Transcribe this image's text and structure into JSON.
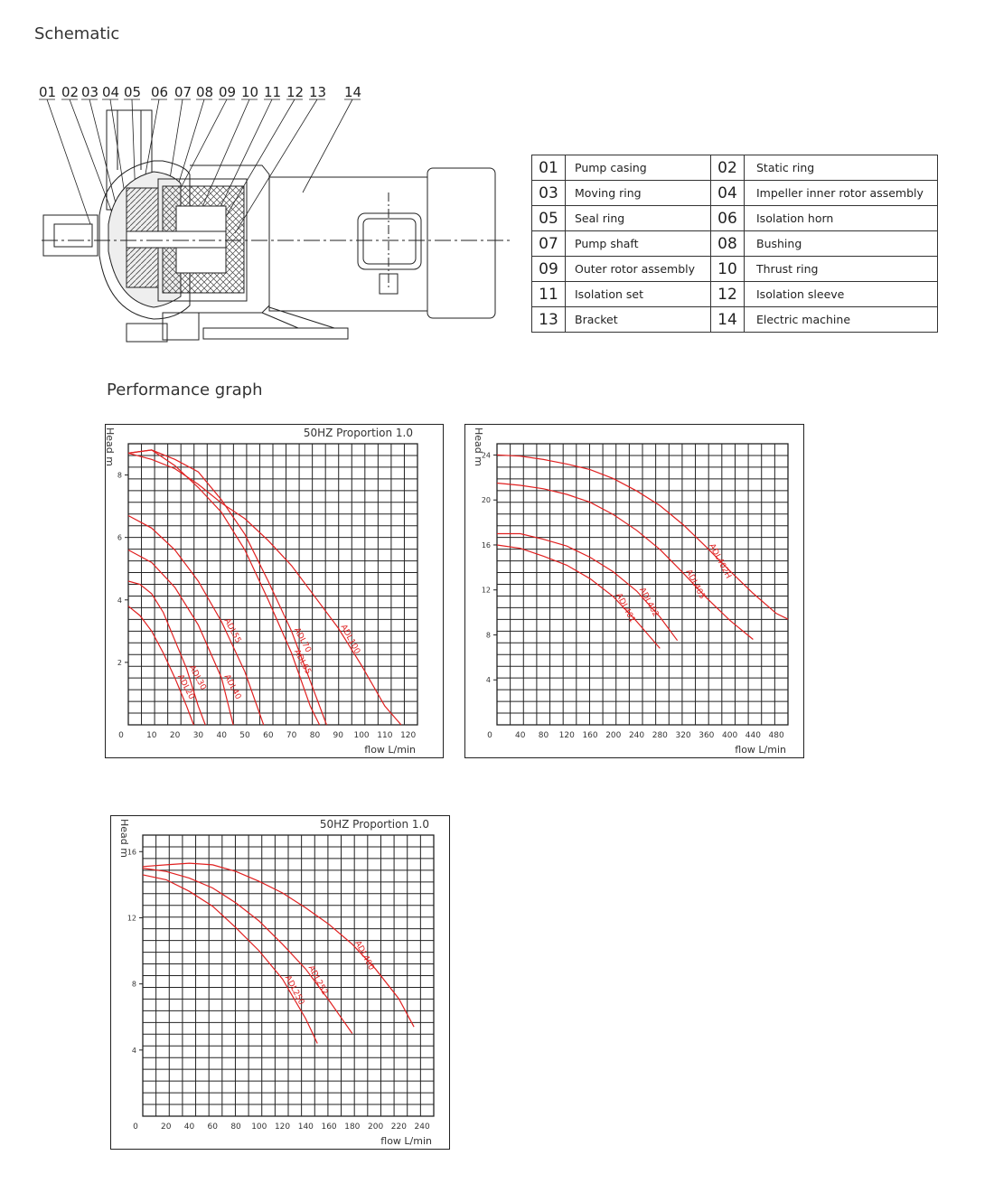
{
  "sections": {
    "schematic_title": "Schematic",
    "performance_title": "Performance graph"
  },
  "callouts": [
    "01",
    "02",
    "03",
    "04",
    "05",
    "06",
    "07",
    "08",
    "09",
    "10",
    "11",
    "12",
    "13",
    "14"
  ],
  "parts": [
    {
      "no": "01",
      "name": "Pump casing"
    },
    {
      "no": "02",
      "name": "Static ring"
    },
    {
      "no": "03",
      "name": "Moving ring"
    },
    {
      "no": "04",
      "name": "Impeller inner rotor assembly"
    },
    {
      "no": "05",
      "name": "Seal ring"
    },
    {
      "no": "06",
      "name": "Isolation horn"
    },
    {
      "no": "07",
      "name": "Pump shaft"
    },
    {
      "no": "08",
      "name": "Bushing"
    },
    {
      "no": "09",
      "name": "Outer rotor assembly"
    },
    {
      "no": "10",
      "name": "Thrust ring"
    },
    {
      "no": "11",
      "name": "Isolation set"
    },
    {
      "no": "12",
      "name": "Isolation sleeve"
    },
    {
      "no": "13",
      "name": "Bracket"
    },
    {
      "no": "14",
      "name": "Electric machine"
    }
  ],
  "curve_color": "#e02020",
  "chart_data": [
    {
      "type": "line",
      "header": "50HZ  Proportion 1.0",
      "ylabel": "Head m",
      "xlabel": "flow L/min",
      "xlim": [
        0,
        124
      ],
      "ylim": [
        0,
        9
      ],
      "xticks": [
        0,
        10,
        20,
        30,
        40,
        50,
        60,
        70,
        80,
        90,
        100,
        110,
        120
      ],
      "yticks": [
        2,
        4,
        6,
        8
      ],
      "grid": true,
      "series": [
        {
          "name": "ADL20",
          "x": [
            0,
            5,
            10,
            15,
            20,
            25,
            28
          ],
          "y": [
            3.8,
            3.5,
            3.0,
            2.3,
            1.5,
            0.6,
            0
          ]
        },
        {
          "name": "ADL30",
          "x": [
            0,
            5,
            10,
            15,
            20,
            25,
            30,
            33
          ],
          "y": [
            4.6,
            4.5,
            4.2,
            3.6,
            2.7,
            1.8,
            0.6,
            0
          ]
        },
        {
          "name": "ADL40",
          "x": [
            0,
            10,
            20,
            30,
            40,
            45
          ],
          "y": [
            5.6,
            5.2,
            4.4,
            3.2,
            1.5,
            0
          ]
        },
        {
          "name": "ADL55",
          "x": [
            0,
            10,
            20,
            30,
            40,
            50,
            58
          ],
          "y": [
            6.7,
            6.3,
            5.6,
            4.6,
            3.3,
            1.7,
            0
          ]
        },
        {
          "name": "ADL70",
          "x": [
            0,
            10,
            20,
            30,
            40,
            50,
            60,
            70,
            80,
            85
          ],
          "y": [
            8.7,
            8.8,
            8.5,
            8.1,
            7.2,
            6.1,
            4.6,
            3.0,
            1.0,
            0
          ]
        },
        {
          "name": "ADL65",
          "x": [
            0,
            10,
            20,
            30,
            40,
            50,
            60,
            70,
            78,
            82
          ],
          "y": [
            8.7,
            8.8,
            8.3,
            7.6,
            6.8,
            5.6,
            4.0,
            2.3,
            0.6,
            0
          ]
        },
        {
          "name": "ADL100",
          "x": [
            0,
            10,
            20,
            30,
            40,
            50,
            60,
            70,
            80,
            90,
            100,
            110,
            117
          ],
          "y": [
            8.7,
            8.5,
            8.2,
            7.7,
            7.1,
            6.6,
            5.9,
            5.1,
            4.1,
            3.1,
            1.9,
            0.6,
            0
          ]
        }
      ]
    },
    {
      "type": "line",
      "header": "",
      "ylabel": "Head m",
      "xlabel": "flow L/min",
      "xlim": [
        0,
        500
      ],
      "ylim": [
        0,
        25
      ],
      "xticks": [
        0,
        40,
        80,
        120,
        160,
        200,
        240,
        280,
        320,
        360,
        400,
        440,
        480
      ],
      "yticks": [
        4,
        8,
        12,
        16,
        20,
        24
      ],
      "grid": true,
      "series": [
        {
          "name": "ADL401",
          "x": [
            0,
            40,
            80,
            120,
            160,
            200,
            240,
            280
          ],
          "y": [
            16,
            15.7,
            15,
            14.2,
            13,
            11.4,
            9.2,
            6.8
          ]
        },
        {
          "name": "ADL402",
          "x": [
            0,
            40,
            80,
            120,
            160,
            200,
            240,
            280,
            310
          ],
          "y": [
            17,
            17,
            16.5,
            15.9,
            14.9,
            13.6,
            11.9,
            9.6,
            7.5
          ]
        },
        {
          "name": "ADL403",
          "x": [
            0,
            40,
            80,
            120,
            160,
            200,
            240,
            280,
            320,
            360,
            400,
            440
          ],
          "y": [
            21.5,
            21.3,
            21,
            20.5,
            19.8,
            18.7,
            17.3,
            15.6,
            13.5,
            11.3,
            9.3,
            7.6
          ]
        },
        {
          "name": "ADL402H",
          "x": [
            0,
            40,
            80,
            120,
            160,
            200,
            240,
            280,
            320,
            360,
            400,
            440,
            480,
            500
          ],
          "y": [
            24,
            23.9,
            23.6,
            23.2,
            22.7,
            21.9,
            20.8,
            19.5,
            17.8,
            15.8,
            13.7,
            11.7,
            9.9,
            9.4
          ]
        }
      ]
    },
    {
      "type": "line",
      "header": "50HZ  Proportion 1.0",
      "ylabel": "Head m",
      "xlabel": "flow L/min",
      "xlim": [
        0,
        250
      ],
      "ylim": [
        0,
        17
      ],
      "xticks": [
        0,
        20,
        40,
        60,
        80,
        100,
        120,
        140,
        160,
        180,
        200,
        220,
        240
      ],
      "yticks": [
        4,
        8,
        12,
        16
      ],
      "grid": true,
      "series": [
        {
          "name": "ADL250",
          "x": [
            0,
            20,
            40,
            60,
            80,
            100,
            120,
            140,
            150
          ],
          "y": [
            14.6,
            14.3,
            13.6,
            12.7,
            11.4,
            10,
            8.3,
            5.9,
            4.4
          ]
        },
        {
          "name": "ADL252",
          "x": [
            0,
            20,
            40,
            60,
            80,
            100,
            120,
            140,
            160,
            180
          ],
          "y": [
            15,
            14.8,
            14.4,
            13.8,
            12.9,
            11.8,
            10.4,
            8.9,
            7.0,
            5.0
          ]
        },
        {
          "name": "ADL400",
          "x": [
            0,
            20,
            40,
            60,
            80,
            100,
            120,
            140,
            160,
            180,
            200,
            220,
            233
          ],
          "y": [
            15.1,
            15.2,
            15.3,
            15.2,
            14.8,
            14.2,
            13.5,
            12.6,
            11.6,
            10.4,
            8.9,
            7.1,
            5.4
          ]
        }
      ]
    }
  ]
}
